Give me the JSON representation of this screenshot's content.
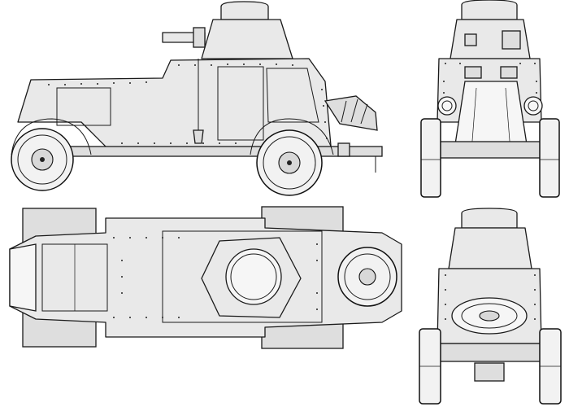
{
  "drawing": {
    "views": [
      "side-view",
      "front-view",
      "top-view",
      "rear-view"
    ]
  },
  "colors": {
    "line": "#1a1a1a",
    "hull_fill": "#e9e9e9",
    "background": "#ffffff"
  }
}
